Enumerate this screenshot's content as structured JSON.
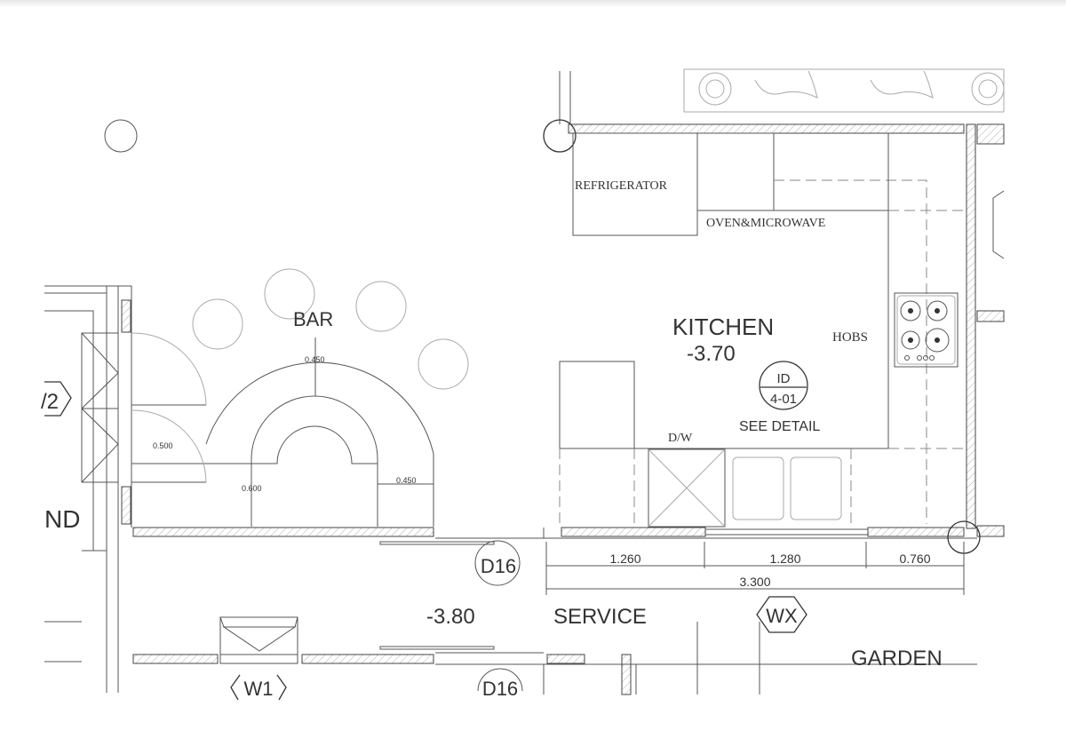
{
  "rooms": {
    "kitchen": {
      "name": "KITCHEN",
      "level": "-3.70"
    },
    "bar": {
      "name": "BAR"
    },
    "service": {
      "name": "SERVICE",
      "level": "-3.80"
    },
    "garden": {
      "name": "GARDEN"
    },
    "partial_left": "ND"
  },
  "fixtures": {
    "refrigerator": "REFRIGERATOR",
    "oven": "OVEN&MICROWAVE",
    "hobs": "HOBS",
    "dishwasher": "D/W"
  },
  "detail_callout": {
    "top": "ID",
    "bottom": "4-01",
    "note": "SEE DETAIL"
  },
  "tags": {
    "door_upper": "D16",
    "door_lower": "D16",
    "window_wx": "WX",
    "window_w1": "W1",
    "window_w2": "/2"
  },
  "dimensions": {
    "bar_top": "0.450",
    "bar_left": "0.500",
    "bar_inner": "0.600",
    "bar_right": "0.450",
    "seg1": "1.260",
    "seg2": "1.280",
    "seg3": "0.760",
    "total": "3.300"
  }
}
